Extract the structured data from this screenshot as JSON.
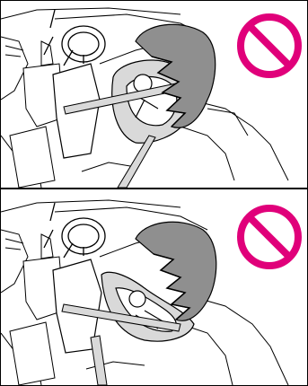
{
  "panels": [
    {
      "prohibited": true,
      "seat": "rear-facing-infant-seat-front-passenger",
      "airbag_state": "deployed"
    },
    {
      "prohibited": true,
      "seat": "reclined-infant-carrier-front-passenger",
      "airbag_state": "deployed"
    }
  ],
  "icons": {
    "prohibition": "prohibition-icon",
    "airbag": "deployed-airbag-icon"
  },
  "colors": {
    "prohibition": "#e0007a",
    "airbag_fill": "#8f8f8f",
    "seat_fill": "#d9d9d9",
    "line": "#000000",
    "background": "#ffffff"
  }
}
